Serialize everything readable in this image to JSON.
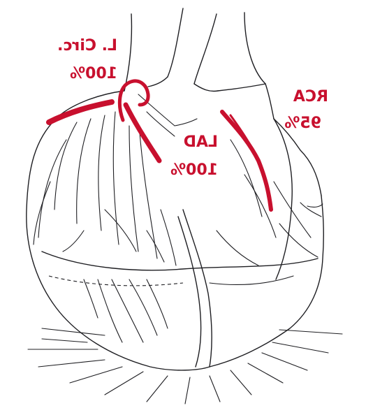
{
  "labels": {
    "l_circ_name": "L. Circ.",
    "l_circ_pct": "100%",
    "lad_name": "LAD",
    "lad_pct": "100%",
    "rca_name": "RCA",
    "rca_pct": "95%"
  },
  "colors": {
    "occlusion": "#c8102e",
    "ink": "#1e1e22",
    "background": "#ffffff"
  }
}
